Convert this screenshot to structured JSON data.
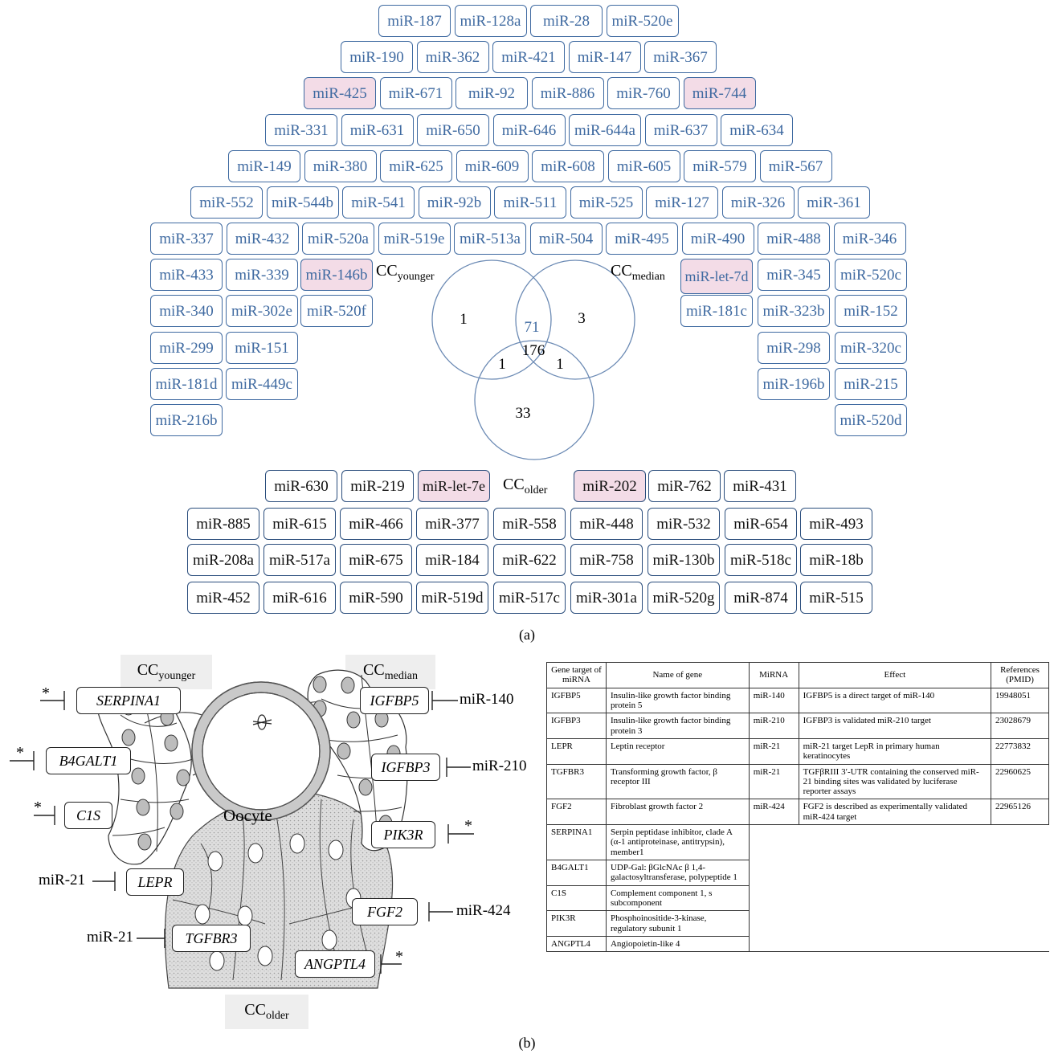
{
  "panel_a": {
    "caption": "(a)",
    "venn": {
      "sets": [
        {
          "name": "CC",
          "sub": "younger"
        },
        {
          "name": "CC",
          "sub": "median"
        },
        {
          "name": "CC",
          "sub": "older"
        }
      ],
      "regions": {
        "younger_only": "1",
        "median_only": "3",
        "older_only": "33",
        "younger_median": "71",
        "younger_older": "1",
        "median_older": "1",
        "all_three": "176"
      }
    },
    "rows": [
      [
        "miR-187",
        "miR-128a",
        "miR-28",
        "miR-520e"
      ],
      [
        "miR-190",
        "miR-362",
        "miR-421",
        "miR-147",
        "miR-367"
      ],
      [
        "miR-425",
        "miR-671",
        "miR-92",
        "miR-886",
        "miR-760",
        "miR-744"
      ],
      [
        "miR-331",
        "miR-631",
        "miR-650",
        "miR-646",
        "miR-644a",
        "miR-637",
        "miR-634"
      ],
      [
        "miR-149",
        "miR-380",
        "miR-625",
        "miR-609",
        "miR-608",
        "miR-605",
        "miR-579",
        "miR-567"
      ],
      [
        "miR-552",
        "miR-544b",
        "miR-541",
        "miR-92b",
        "miR-511",
        "miR-525",
        "miR-127",
        "miR-326",
        "miR-361"
      ],
      [
        "miR-337",
        "miR-432",
        "miR-520a",
        "miR-519e",
        "miR-513a",
        "miR-504",
        "miR-495",
        "miR-490",
        "miR-488",
        "miR-346"
      ]
    ],
    "younger_cols": [
      [
        "miR-433",
        "miR-340",
        "miR-299",
        "miR-181d",
        "miR-216b"
      ],
      [
        "miR-339",
        "miR-302e",
        "miR-151",
        "miR-449c"
      ],
      [
        "miR-146b",
        "miR-520f"
      ]
    ],
    "median_cols": [
      [
        "miR-let-7d",
        "miR-181c"
      ],
      [
        "miR-345",
        "miR-323b",
        "miR-298",
        "miR-196b"
      ],
      [
        "miR-520c",
        "miR-152",
        "miR-320c",
        "miR-215",
        "miR-520d"
      ]
    ],
    "older_rows": [
      [
        "miR-630",
        "miR-219",
        "miR-let-7e",
        "miR-202",
        "miR-762",
        "miR-431"
      ],
      [
        "miR-885",
        "miR-615",
        "miR-466",
        "miR-377",
        "miR-558",
        "miR-448",
        "miR-532",
        "miR-654",
        "miR-493"
      ],
      [
        "miR-208a",
        "miR-517a",
        "miR-675",
        "miR-184",
        "miR-622",
        "miR-758",
        "miR-130b",
        "miR-518c",
        "miR-18b"
      ],
      [
        "miR-452",
        "miR-616",
        "miR-590",
        "miR-519d",
        "miR-517c",
        "miR-301a",
        "miR-520g",
        "miR-874",
        "miR-515"
      ]
    ],
    "highlight_color": "#f3dce7",
    "box_border_color": "#3f6aa1"
  },
  "panel_b": {
    "caption": "(b)",
    "groups": {
      "younger": {
        "name": "CC",
        "sub": "younger"
      },
      "median": {
        "name": "CC",
        "sub": "median"
      },
      "older": {
        "name": "CC",
        "sub": "older"
      }
    },
    "oocyte_label": "Oocyte",
    "genes": {
      "serpina1": "SERPINA1",
      "b4galt1": "B4GALT1",
      "c1s": "C1S",
      "igfbp5": "IGFBP5",
      "igfbp3": "IGFBP3",
      "pik3r": "PIK3R",
      "lepr": "LEPR",
      "fgf2": "FGF2",
      "tgfbr3": "TGFBR3",
      "angptl4": "ANGPTL4"
    },
    "regulators": {
      "serpina1": "*",
      "b4galt1": "*",
      "c1s": "*",
      "igfbp5": "miR-140",
      "igfbp3": "miR-210",
      "pik3r": "*",
      "lepr": "miR-21",
      "fgf2": "miR-424",
      "tgfbr3": "miR-21",
      "angptl4": "*"
    },
    "table": {
      "headers": [
        "Gene target of miRNA",
        "Name of gene",
        "MiRNA",
        "Effect",
        "References (PMID)"
      ],
      "rows": [
        [
          "IGFBP5",
          "Insulin-like growth factor binding protein 5",
          "miR-140",
          "IGFBP5 is a direct target of miR-140",
          "19948051"
        ],
        [
          "IGFBP3",
          "Insulin-like growth factor binding protein 3",
          "miR-210",
          "IGFBP3 is validated miR-210 target",
          "23028679"
        ],
        [
          "LEPR",
          "Leptin receptor",
          "miR-21",
          "miR-21 target LepR in primary human keratinocytes",
          "22773832"
        ],
        [
          "TGFBR3",
          "Transforming growth factor, β receptor III",
          "miR-21",
          "TGFβRIII 3′-UTR containing the conserved miR-21 binding sites was validated by luciferase reporter assays",
          "22960625"
        ],
        [
          "FGF2",
          "Fibroblast growth factor 2",
          "miR-424",
          "FGF2 is described as experimentally validated miR-424 target",
          "22965126"
        ],
        [
          "SERPINA1",
          "Serpin peptidase inhibitor, clade A (α-1 antiproteinase, antitrypsin), member1",
          "",
          "",
          ""
        ],
        [
          "B4GALT1",
          "UDP-Gal: βGlcNAc β 1,4-galactosyltransferase, polypeptide 1",
          "",
          "",
          ""
        ],
        [
          "C1S",
          "Complement component 1, s subcomponent",
          "",
          "",
          ""
        ],
        [
          "PIK3R",
          "Phosphoinositide-3-kinase, regulatory subunit 1",
          "",
          "",
          ""
        ],
        [
          "ANGPTL4",
          "Angiopoietin-like 4",
          "",
          "",
          ""
        ]
      ]
    }
  }
}
